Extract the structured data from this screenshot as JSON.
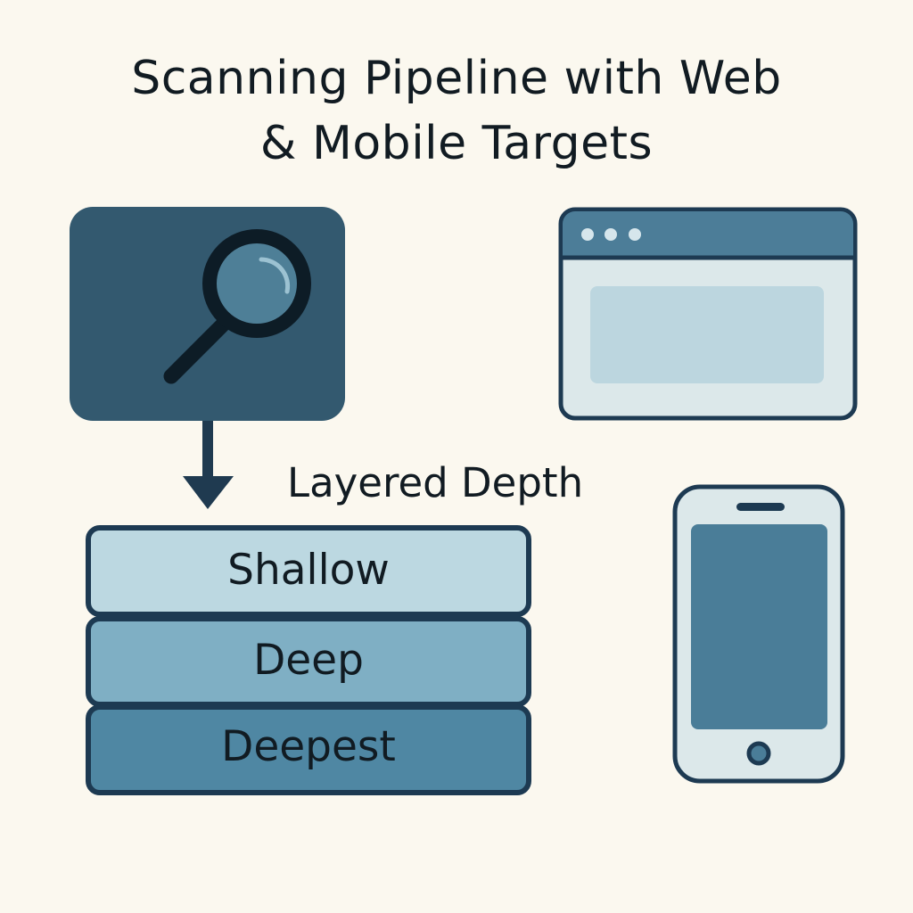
{
  "title": {
    "line1": "Scanning Pipeline with Web",
    "line2": "& Mobile Targets"
  },
  "depth_label": "Layered Depth",
  "layers": [
    {
      "label": "Shallow",
      "color": "#bcd8e1"
    },
    {
      "label": "Deep",
      "color": "#7fafc4"
    },
    {
      "label": "Deepest",
      "color": "#4f87a3"
    }
  ],
  "icons": {
    "scanner": "magnifier-icon",
    "web": "browser-window-icon",
    "mobile": "smartphone-icon",
    "flow": "arrow-down-icon"
  },
  "colors": {
    "background": "#fbf8ef",
    "outline": "#1d3a52",
    "scanner_box": "#33596f",
    "accent": "#4c7d98",
    "light": "#dce8ea"
  }
}
